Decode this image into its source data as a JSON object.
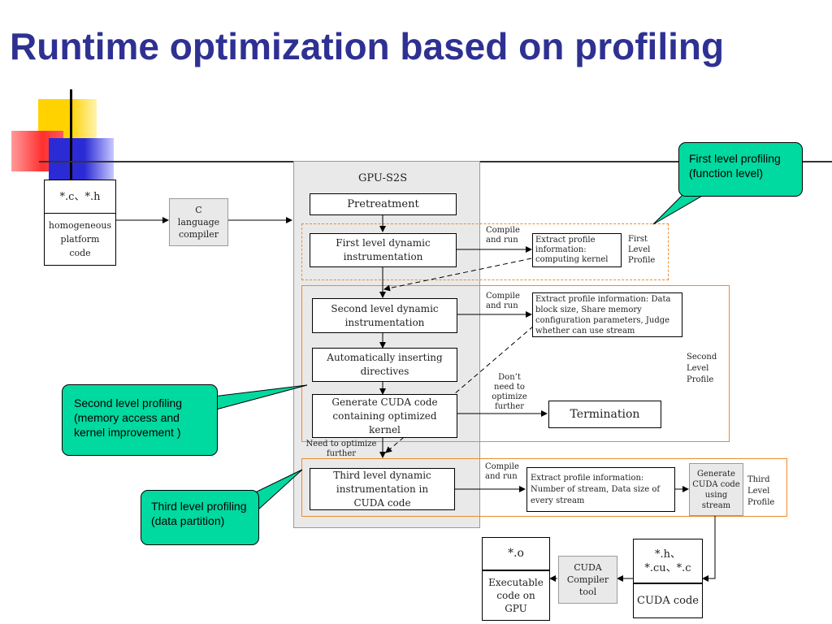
{
  "title": "Runtime optimization based on profiling",
  "colors": {
    "title": "#2e3192",
    "callout_fill": "#00d9a0",
    "orange": "#f08a2c",
    "gpu_panel": "#e9e9e9",
    "deco_yellow": "#ffd200",
    "deco_red": "#ff3030",
    "deco_blue": "#2b2bd6"
  },
  "source": {
    "ext": "*.c、*.h",
    "desc": "homogeneous platform code"
  },
  "c_compiler": "C language compiler",
  "gpu_s2s": {
    "label": "GPU-S2S",
    "pretreatment": "Pretreatment",
    "first_level": "First level dynamic instrumentation",
    "second_level": "Second level dynamic instrumentation",
    "auto_insert": "Automatically inserting directives",
    "generate_cuda": "Generate CUDA code containing optimized kernel",
    "third_level": "Third level dynamic instrumentation in CUDA code"
  },
  "compile_and_run": "Compile and run",
  "extract1": "Extract profile information: computing kernel",
  "extract2": "Extract profile information: Data block size, Share memory configuration parameters, Judge whether can use stream",
  "extract3": "Extract profile information: Number of stream, Data size of every stream",
  "first_level_profile": "First Level Profile",
  "second_level_profile": "Second Level Profile",
  "third_level_profile": "Third Level Profile",
  "dont_need": "Don’t need to optimize further",
  "need_to_optimize": "Need to optimize further",
  "termination": "Termination",
  "generate_stream": "Generate CUDA code using stream",
  "cuda_code": {
    "ext": "*.h、*.cu、*.c",
    "label": "CUDA code"
  },
  "cuda_compiler": "CUDA Compiler tool",
  "executable": {
    "ext": "*.o",
    "label": "Executable code on GPU"
  },
  "callouts": {
    "first": "First level profiling (function level)",
    "second": "Second level profiling (memory access and kernel improvement )",
    "third": "Third level profiling (data partition)"
  }
}
